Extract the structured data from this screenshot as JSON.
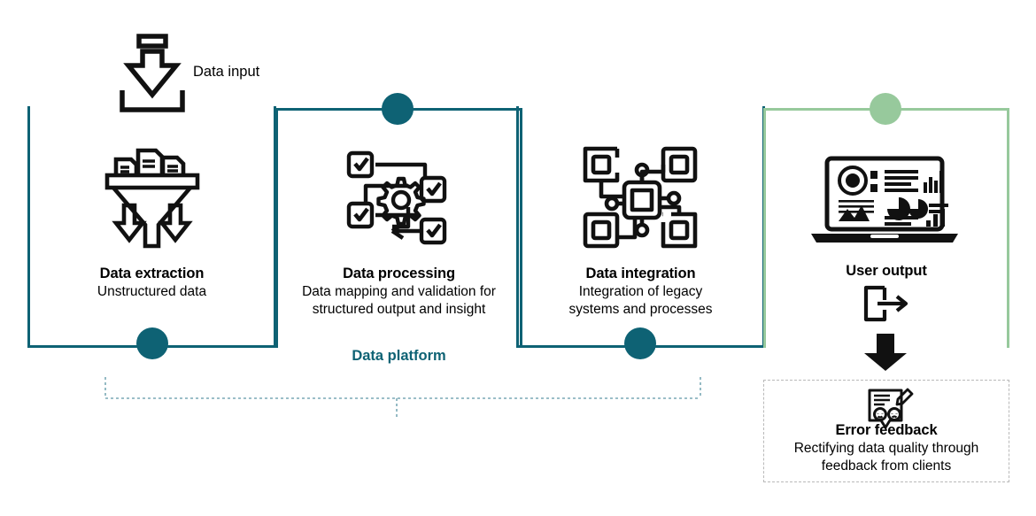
{
  "colors": {
    "teal": "#0e6274",
    "green": "#97c99c",
    "black": "#111111",
    "dashed_gray": "#b9b9b9",
    "dashed_teal": "#7aa9b5"
  },
  "top_label": {
    "text": "Data input",
    "icon": "download-tray-icon"
  },
  "platform_label": {
    "text": "Data platform"
  },
  "stages": [
    {
      "id": "data-extraction",
      "title": "Data extraction",
      "subtitle": "Unstructured data",
      "icon": "funnel-documents-icon",
      "bracket": "u-shape",
      "bracket_color": "#0e6274",
      "dot_color": "#0e6274",
      "dot_position": "bottom"
    },
    {
      "id": "data-processing",
      "title": "Data processing",
      "subtitle_line1": "Data mapping and validation for",
      "subtitle_line2": "structured output and insight",
      "icon": "gear-workflow-checklist-icon",
      "bracket": "n-shape",
      "bracket_color": "#0e6274",
      "dot_color": "#0e6274",
      "dot_position": "top"
    },
    {
      "id": "data-integration",
      "title": "Data integration",
      "subtitle_line1": "Integration of legacy",
      "subtitle_line2": "systems and processes",
      "icon": "network-nodes-icon",
      "bracket": "u-shape",
      "bracket_color": "#0e6274",
      "dot_color": "#0e6274",
      "dot_position": "bottom"
    },
    {
      "id": "user-output",
      "title": "User output",
      "subtitle": "",
      "icon": "laptop-dashboard-icon",
      "secondary_icon": "export-arrow-icon",
      "bracket": "n-shape",
      "bracket_color": "#97c99c",
      "dot_color": "#97c99c",
      "dot_position": "top"
    }
  ],
  "feedback": {
    "id": "error-feedback",
    "title": "Error feedback",
    "subtitle_line1": "Rectifying data quality through",
    "subtitle_line2": "feedback from clients",
    "icon": "feedback-bubble-icon",
    "arrow_icon": "down-arrow-icon",
    "border_style": "dashed"
  }
}
